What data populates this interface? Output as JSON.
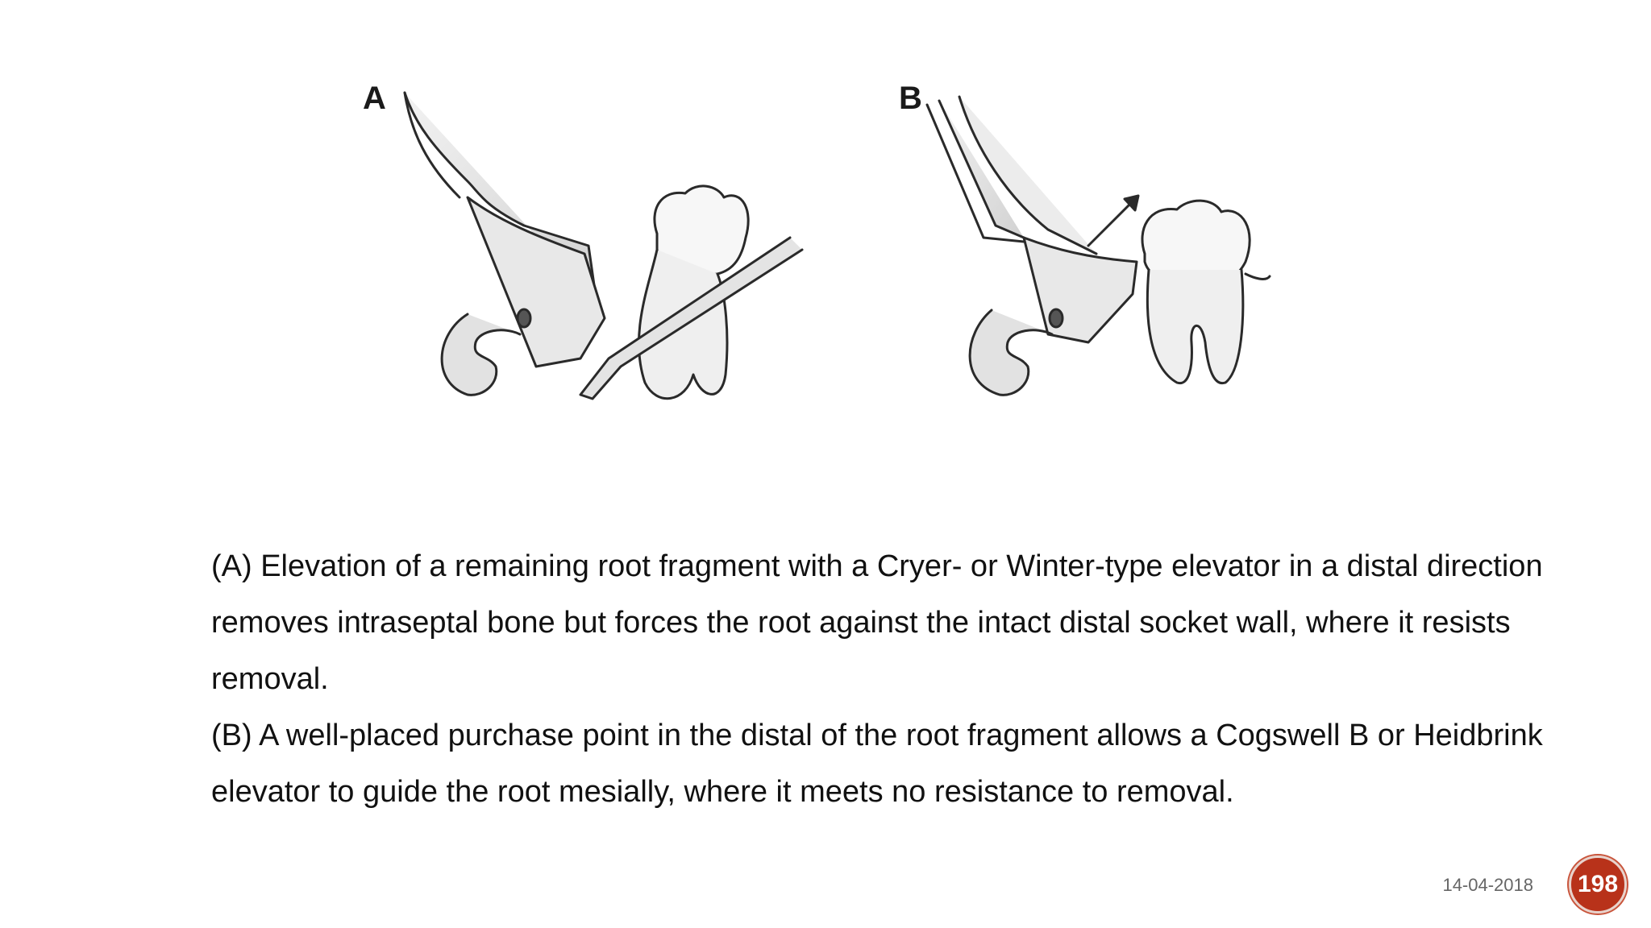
{
  "figure": {
    "panel_a_label": "A",
    "panel_b_label": "B"
  },
  "caption": {
    "paragraph_a": "(A) Elevation of a remaining root fragment with a Cryer- or Winter-type elevator in a distal direction removes intraseptal bone but forces the root against the intact distal socket wall, where it resists removal.",
    "paragraph_b": "(B) A well-placed purchase point in the distal of the root fragment allows a Cogswell B or Heidbrink elevator to guide the root mesially, where it meets no resistance to removal."
  },
  "footer": {
    "date": "14-04-2018",
    "page_number": "198"
  },
  "colors": {
    "badge": "#b8321a",
    "sketch_stroke": "#2a2a2a",
    "sketch_fill": "#e6e6e6"
  }
}
